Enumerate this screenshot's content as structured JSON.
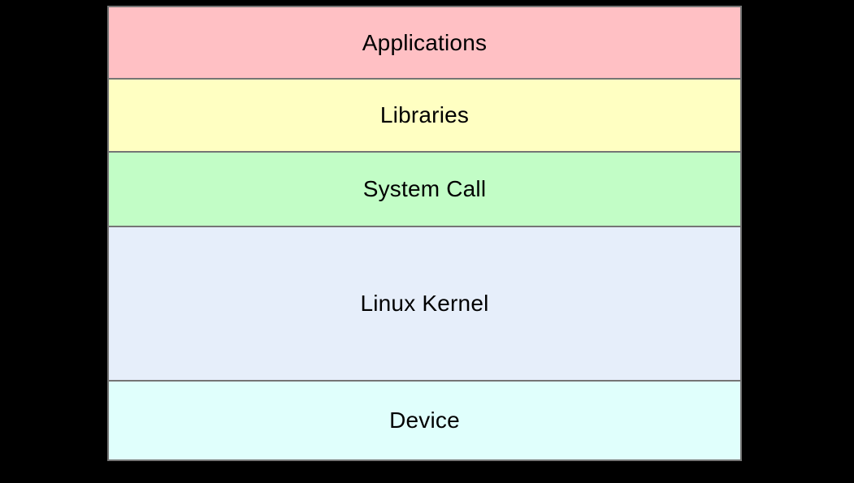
{
  "diagram": {
    "background_color": "#000000",
    "frame_border_color": "#757575",
    "text_color": "#000000",
    "layers": [
      {
        "label": "Applications",
        "color": "#ffc0c4"
      },
      {
        "label": "Libraries",
        "color": "#ffffc2"
      },
      {
        "label": "System Call",
        "color": "#c2fdc6"
      },
      {
        "label": "Linux Kernel",
        "color": "#e6eefa"
      },
      {
        "label": "Device",
        "color": "#e0fffc"
      }
    ]
  }
}
